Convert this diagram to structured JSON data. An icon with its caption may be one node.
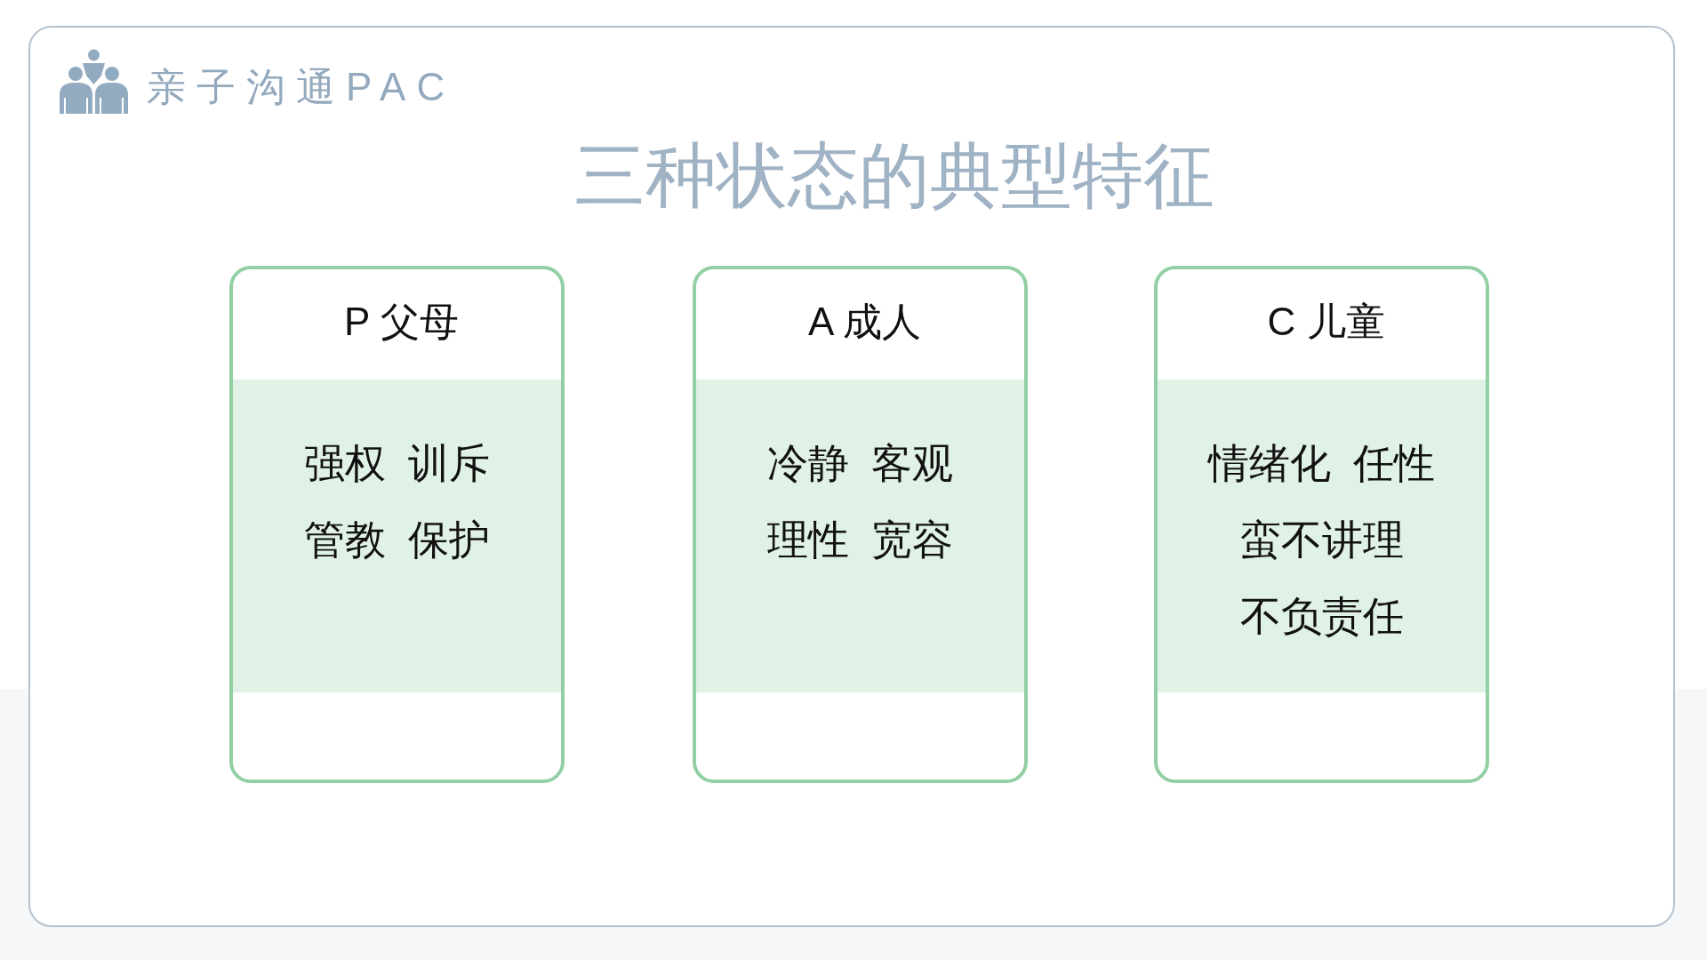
{
  "diagram": {
    "title": "三种状态的典型特征",
    "nodes": [
      {
        "text": [
          "P 父母",
          "强权  训斥",
          "管教  保护"
        ]
      },
      {
        "text": [
          "A 成人",
          "冷静  客观",
          "理性  宽容"
        ]
      },
      {
        "text": [
          "C 儿童",
          "情绪化  任性",
          "蛮不讲理",
          "不负责任"
        ]
      }
    ],
    "labels": [
      "亲子沟通PAC"
    ]
  }
}
